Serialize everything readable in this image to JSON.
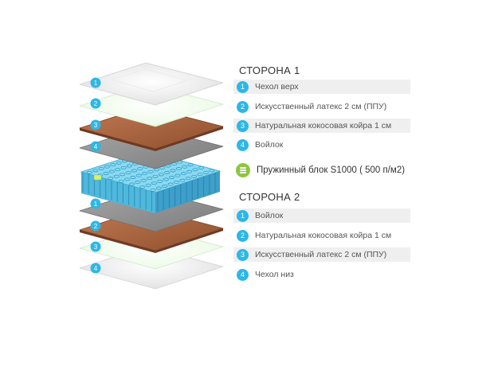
{
  "side1": {
    "title": "СТОРОНА 1",
    "items": [
      {
        "num": "1",
        "label": "Чехол верх"
      },
      {
        "num": "2",
        "label": "Искусственный латекс 2 см (ППУ)"
      },
      {
        "num": "3",
        "label": "Натуральная кокосовая койра 1 см"
      },
      {
        "num": "4",
        "label": "Войлок"
      }
    ]
  },
  "spring": {
    "label": "Пружинный блок S1000 ( 500 п/м2)",
    "icon": "spring-block-icon"
  },
  "side2": {
    "title": "СТОРОНА 2",
    "items": [
      {
        "num": "1",
        "label": "Войлок"
      },
      {
        "num": "2",
        "label": "Натуральная кокосовая койра 1 см"
      },
      {
        "num": "3",
        "label": "Искусственный латекс 2 см (ППУ)"
      },
      {
        "num": "4",
        "label": "Чехол низ"
      }
    ]
  },
  "layer_badges": {
    "top": [
      "1",
      "2",
      "3",
      "4"
    ],
    "bottom": [
      "1",
      "2",
      "3",
      "4"
    ]
  },
  "colors": {
    "accent": "#2db7e6",
    "spring_icon": "#8cc63f",
    "cover": "#f1f1f1",
    "latex": "#e2f7e2",
    "coir": "#b0673f",
    "felt": "#8e8e8e",
    "springs": "#6fd0ec"
  }
}
